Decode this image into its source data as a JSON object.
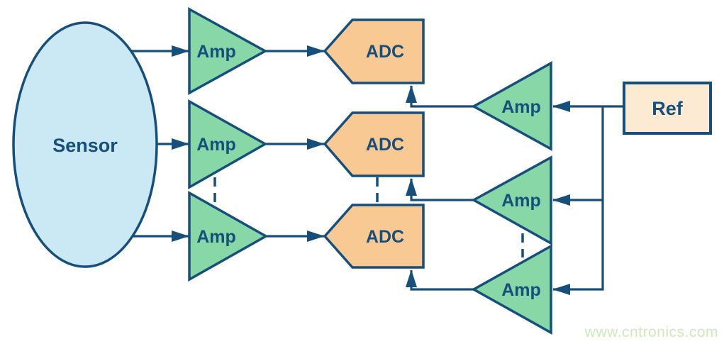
{
  "colors": {
    "navy": "#174f7c",
    "green": "#88d7a6",
    "lightblue": "#cbe9f4",
    "orange": "#f9c993",
    "cream": "#fcead2",
    "watermark": "#cdeab7",
    "background": "#ffffff"
  },
  "diagram": {
    "sensor": {
      "label": "Sensor"
    },
    "signal_amps": [
      {
        "label": "Amp"
      },
      {
        "label": "Amp"
      },
      {
        "label": "Amp"
      }
    ],
    "adcs": [
      {
        "label": "ADC"
      },
      {
        "label": "ADC"
      },
      {
        "label": "ADC"
      }
    ],
    "ref_amps": [
      {
        "label": "Amp"
      },
      {
        "label": "Amp"
      },
      {
        "label": "Amp"
      }
    ],
    "ref": {
      "label": "Ref"
    },
    "watermark": "www.cntronics.com"
  }
}
